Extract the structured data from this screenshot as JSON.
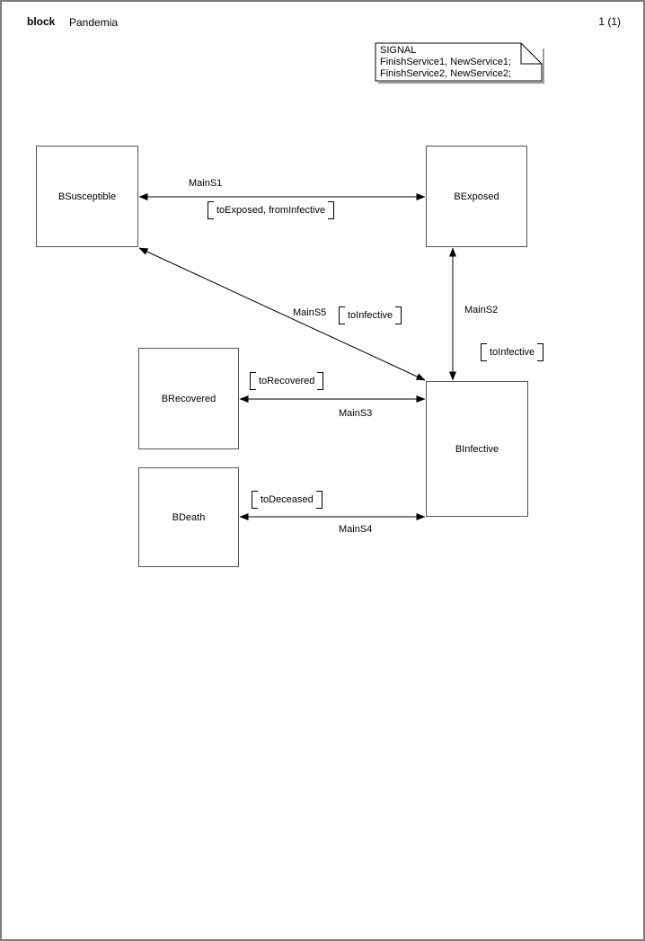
{
  "header": {
    "kind": "block",
    "title": "Pandemia",
    "page": "1 (1)"
  },
  "signal_note": {
    "lines": [
      "SIGNAL",
      "FinishService1, NewService1;",
      "FinishService2, NewService2;"
    ]
  },
  "blocks": [
    {
      "label": "BSusceptible"
    },
    {
      "label": "BExposed"
    },
    {
      "label": "BRecovered"
    },
    {
      "label": "BDeath"
    },
    {
      "label": "BInfective"
    }
  ],
  "channels": [
    {
      "name": "MainS1",
      "signals": "toExposed, fromInfective"
    },
    {
      "name": "MainS2",
      "signals": "toInfective"
    },
    {
      "name": "MainS3",
      "signals": "toRecovered"
    },
    {
      "name": "MainS4",
      "signals": "toDeceased"
    },
    {
      "name": "MainS5",
      "signals": "toInfective"
    }
  ],
  "colors": {
    "line": "#000000",
    "box_border": "#555555",
    "frame_border": "#7d7d7d",
    "note_shadow": "#9b9b9b",
    "background": "#ffffff"
  }
}
